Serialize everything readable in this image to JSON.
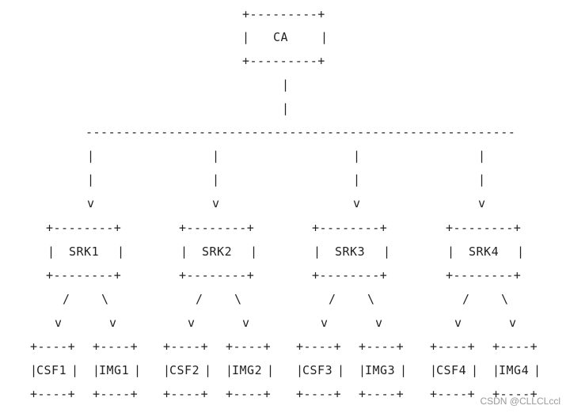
{
  "diagram": {
    "root": {
      "label": "CA",
      "box_top": "+---------+",
      "box_mid_left": "|   ",
      "box_mid_right": "    |",
      "box_bottom": "+---------+"
    },
    "connector_vertical": "|",
    "bus_line": "---------------------------------------------------------",
    "arrow_head": "v",
    "branch_left": "/",
    "branch_right": "\\",
    "srk_nodes": [
      {
        "label": "SRK1",
        "box_top": "+--------+",
        "box_bottom": "+--------+",
        "children": [
          "CSF1",
          "IMG1"
        ]
      },
      {
        "label": "SRK2",
        "box_top": "+--------+",
        "box_bottom": "+--------+",
        "children": [
          "CSF2",
          "IMG2"
        ]
      },
      {
        "label": "SRK3",
        "box_top": "+--------+",
        "box_bottom": "+--------+",
        "children": [
          "CSF3",
          "IMG3"
        ]
      },
      {
        "label": "SRK4",
        "box_top": "+--------+",
        "box_bottom": "+--------+",
        "children": [
          "CSF4",
          "IMG4"
        ]
      }
    ],
    "leaf_box_edge": "+----+"
  },
  "watermark": "CSDN @CLLCLccl"
}
